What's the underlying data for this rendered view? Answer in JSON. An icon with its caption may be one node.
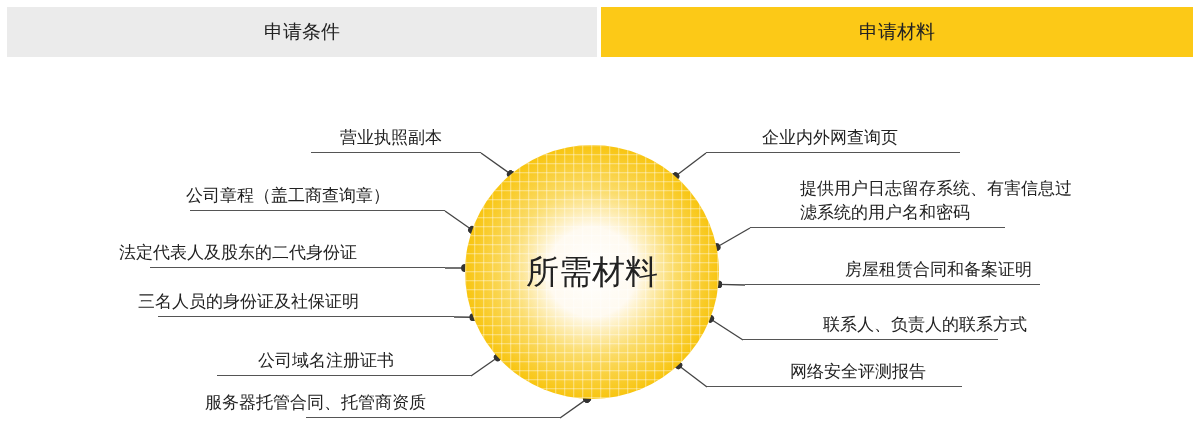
{
  "diagram": {
    "nodes": [
      {
        "text": [
          "申请条件"
        ]
      },
      {
        "text": [
          "申请材料"
        ]
      },
      {
        "text": [
          "所需材料"
        ]
      },
      {
        "text": [
          "营业执照副本"
        ]
      },
      {
        "text": [
          "公司章程（盖工商查询章）"
        ]
      },
      {
        "text": [
          "法定代表人及股东的二代身份证"
        ]
      },
      {
        "text": [
          "三名人员的身份证及社保证明"
        ]
      },
      {
        "text": [
          "公司域名注册证书"
        ]
      },
      {
        "text": [
          "服务器托管合同、托管商资质"
        ]
      },
      {
        "text": [
          "企业内外网查询页"
        ]
      },
      {
        "text": [
          "提供用户日志留存系统、有害信息过滤系统的用户名和密码"
        ]
      },
      {
        "text": [
          "房屋租赁合同和备案证明"
        ]
      },
      {
        "text": [
          "联系人、负责人的联系方式"
        ]
      },
      {
        "text": [
          "网络安全评测报告"
        ]
      }
    ],
    "edges": [
      {
        "from": 3,
        "to": 2,
        "arrow": "other"
      },
      {
        "from": 4,
        "to": 2,
        "arrow": "other"
      },
      {
        "from": 5,
        "to": 2,
        "arrow": "other"
      },
      {
        "from": 6,
        "to": 2,
        "arrow": "other"
      },
      {
        "from": 7,
        "to": 2,
        "arrow": "other"
      },
      {
        "from": 8,
        "to": 2,
        "arrow": "other"
      },
      {
        "from": 9,
        "to": 2,
        "arrow": "other"
      },
      {
        "from": 10,
        "to": 2,
        "arrow": "other"
      },
      {
        "from": 11,
        "to": 2,
        "arrow": "other"
      },
      {
        "from": 12,
        "to": 2,
        "arrow": "other"
      },
      {
        "from": 13,
        "to": 2,
        "arrow": "other"
      }
    ]
  }
}
